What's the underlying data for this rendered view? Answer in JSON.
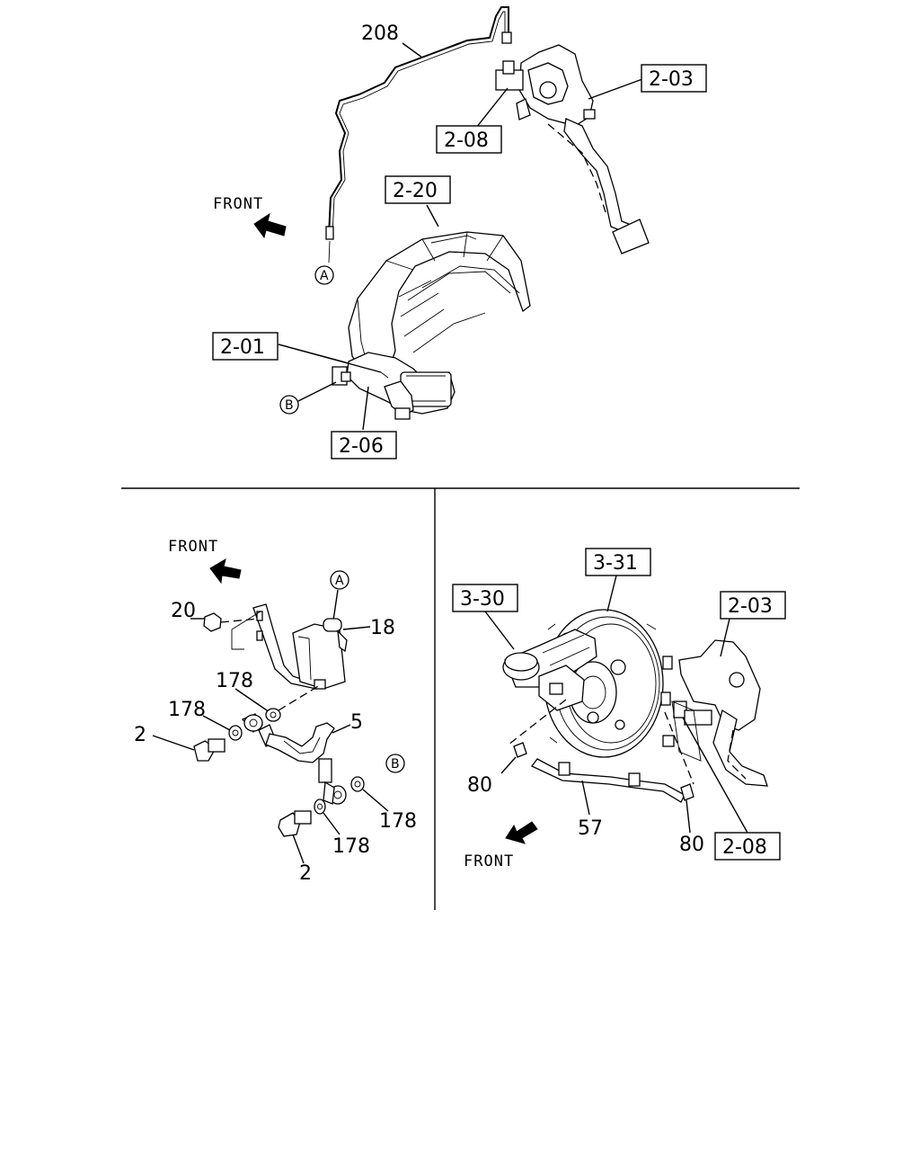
{
  "diagram": {
    "top_panel": {
      "labels": {
        "brake_pipe": "208",
        "pedal_bracket": "2-03",
        "master_cylinder_ref": "2-08",
        "bell_housing": "2-20",
        "front": "FRONT",
        "point_a": "A",
        "clutch_parts": "2-01",
        "point_b": "B",
        "slave_cylinder": "2-06"
      }
    },
    "left_panel": {
      "labels": {
        "front": "FRONT",
        "point_a": "A",
        "nut": "20",
        "bracket": "18",
        "washer_top": "178",
        "washer_left": "178",
        "hose": "5",
        "bolt_left": "2",
        "point_b": "B",
        "washer_right": "178",
        "washer_bottom": "178",
        "bolt_bottom": "2"
      }
    },
    "right_panel": {
      "labels": {
        "booster": "3-31",
        "master_cylinder": "3-30",
        "pedal_bracket": "2-03",
        "clip_left": "80",
        "hose": "57",
        "clip_right": "80",
        "master_cylinder_ref": "2-08",
        "front": "FRONT"
      }
    }
  }
}
